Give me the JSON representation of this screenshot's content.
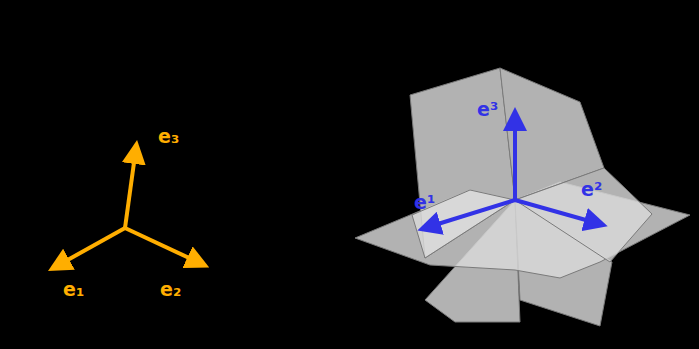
{
  "diagram": {
    "labels": [
      "e₃",
      "e₁",
      "e₂",
      "e³",
      "e¹",
      "e²"
    ]
  }
}
